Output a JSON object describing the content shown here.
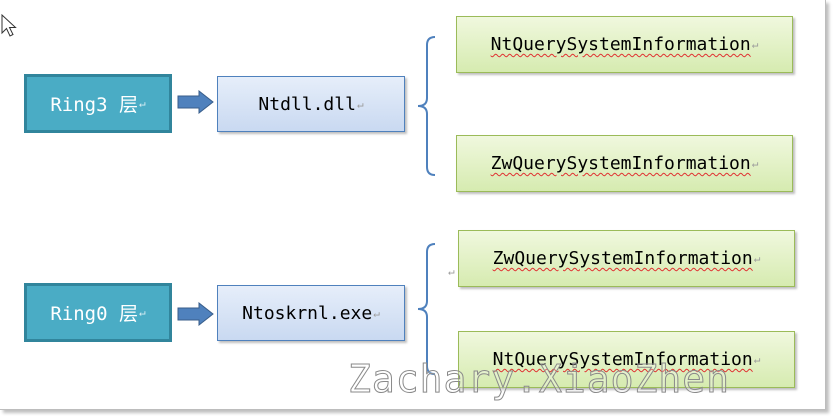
{
  "diagram": {
    "ring3": {
      "label": "Ring3 层",
      "module": "Ntdll.dll",
      "functions": [
        "NtQuerySystemInformation",
        "ZwQuerySystemInformation"
      ]
    },
    "ring0": {
      "label": "Ring0 层",
      "module": "Ntoskrnl.exe",
      "functions": [
        "ZwQuerySystemInformation",
        "NtQuerySystemInformation"
      ]
    },
    "paragraph_mark": "↵",
    "watermark": "Zachary.XiaoZhen"
  },
  "colors": {
    "layer_fill": "#4aacc5",
    "layer_border": "#31859c",
    "arrow": "#4f81bd",
    "module_border": "#4f81bd",
    "function_fill": "#d6ebb0",
    "function_border": "#9bbb59",
    "brace": "#4f81bd"
  },
  "icons": {
    "pointer": "mouse-pointer-icon",
    "arrow": "right-block-arrow-icon",
    "brace": "left-curly-brace-icon"
  }
}
